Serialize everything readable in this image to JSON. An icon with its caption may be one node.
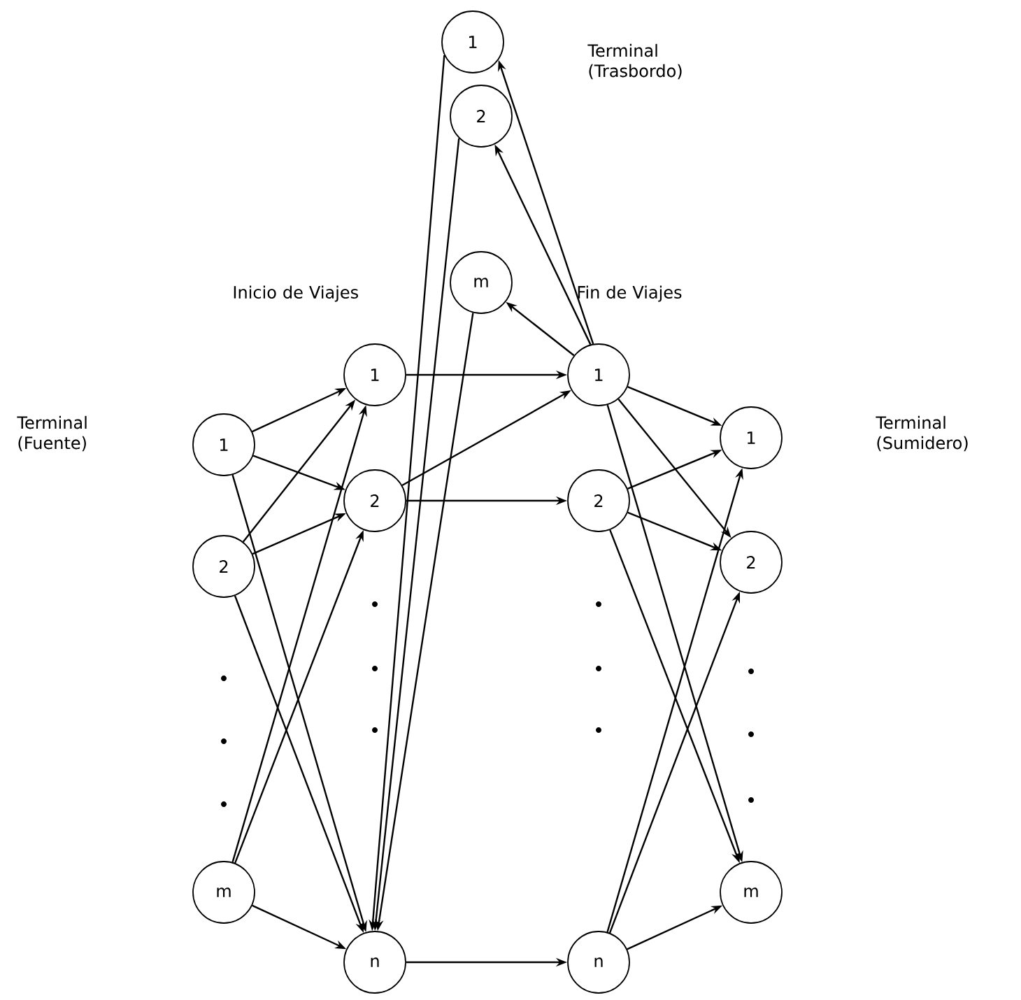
{
  "diagram": {
    "nodes": [
      {
        "text": [
          "1"
        ]
      },
      {
        "text": [
          "2"
        ]
      },
      {
        "text": [
          "m"
        ]
      },
      {
        "text": [
          "1"
        ]
      },
      {
        "text": [
          "2"
        ]
      },
      {
        "text": [
          "n"
        ]
      },
      {
        "text": [
          "1"
        ]
      },
      {
        "text": [
          "2"
        ]
      },
      {
        "text": [
          "m"
        ]
      },
      {
        "text": [
          "1"
        ]
      },
      {
        "text": [
          "2"
        ]
      },
      {
        "text": [
          "n"
        ]
      },
      {
        "text": [
          "1"
        ]
      },
      {
        "text": [
          "2"
        ]
      },
      {
        "text": [
          "m"
        ]
      }
    ],
    "edges": [
      {
        "from": 0,
        "to": 3,
        "arrow": "to"
      },
      {
        "from": 0,
        "to": 4,
        "arrow": "to"
      },
      {
        "from": 0,
        "to": 5,
        "arrow": "to"
      },
      {
        "from": 1,
        "to": 3,
        "arrow": "to"
      },
      {
        "from": 1,
        "to": 4,
        "arrow": "to"
      },
      {
        "from": 1,
        "to": 5,
        "arrow": "to"
      },
      {
        "from": 2,
        "to": 3,
        "arrow": "to"
      },
      {
        "from": 2,
        "to": 4,
        "arrow": "to"
      },
      {
        "from": 2,
        "to": 5,
        "arrow": "to"
      },
      {
        "from": 3,
        "to": 9,
        "arrow": "to"
      },
      {
        "from": 4,
        "to": 10,
        "arrow": "to"
      },
      {
        "from": 5,
        "to": 11,
        "arrow": "to"
      },
      {
        "from": 4,
        "to": 9,
        "arrow": "to"
      },
      {
        "from": 9,
        "to": 6,
        "arrow": "to"
      },
      {
        "from": 9,
        "to": 7,
        "arrow": "to"
      },
      {
        "from": 9,
        "to": 8,
        "arrow": "to"
      },
      {
        "from": 6,
        "to": 5,
        "arrow": "to"
      },
      {
        "from": 7,
        "to": 5,
        "arrow": "to"
      },
      {
        "from": 8,
        "to": 5,
        "arrow": "to"
      },
      {
        "from": 9,
        "to": 12,
        "arrow": "to"
      },
      {
        "from": 9,
        "to": 13,
        "arrow": "to"
      },
      {
        "from": 9,
        "to": 14,
        "arrow": "to"
      },
      {
        "from": 10,
        "to": 12,
        "arrow": "to"
      },
      {
        "from": 10,
        "to": 13,
        "arrow": "to"
      },
      {
        "from": 10,
        "to": 14,
        "arrow": "to"
      },
      {
        "from": 11,
        "to": 12,
        "arrow": "to"
      },
      {
        "from": 11,
        "to": 13,
        "arrow": "to"
      },
      {
        "from": 11,
        "to": 14,
        "arrow": "to"
      }
    ],
    "labels": [
      "Terminal (Trasbordo)",
      "Inicio de Viajes",
      "Fin de Viajes",
      "Terminal (Fuente)",
      "Terminal (Sumidero)"
    ]
  }
}
